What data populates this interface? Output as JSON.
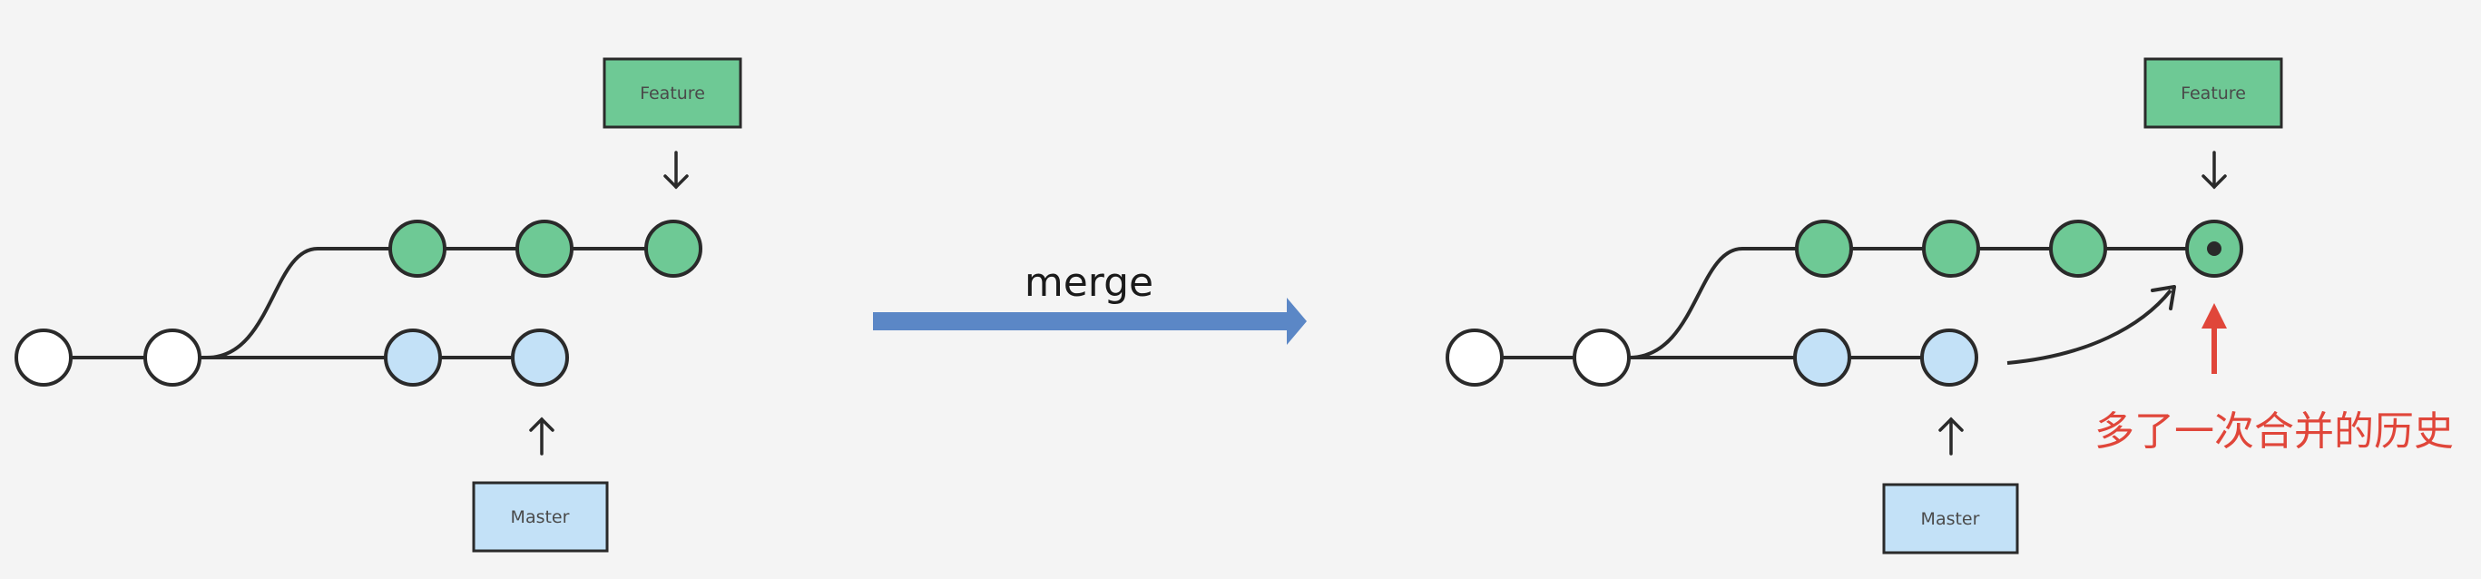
{
  "colors": {
    "feature_fill": "#6ec995",
    "master_fill": "#c3e1f7",
    "base_fill": "#ffffff",
    "stroke": "#2a2a2a",
    "merge_arrow": "#5b87c6",
    "note": "#e0463a"
  },
  "before": {
    "feature_label": "Feature",
    "master_label": "Master"
  },
  "merge_arrow": {
    "label": "merge"
  },
  "after": {
    "feature_label": "Feature",
    "master_label": "Master",
    "note": "多了一次合并的历史"
  }
}
